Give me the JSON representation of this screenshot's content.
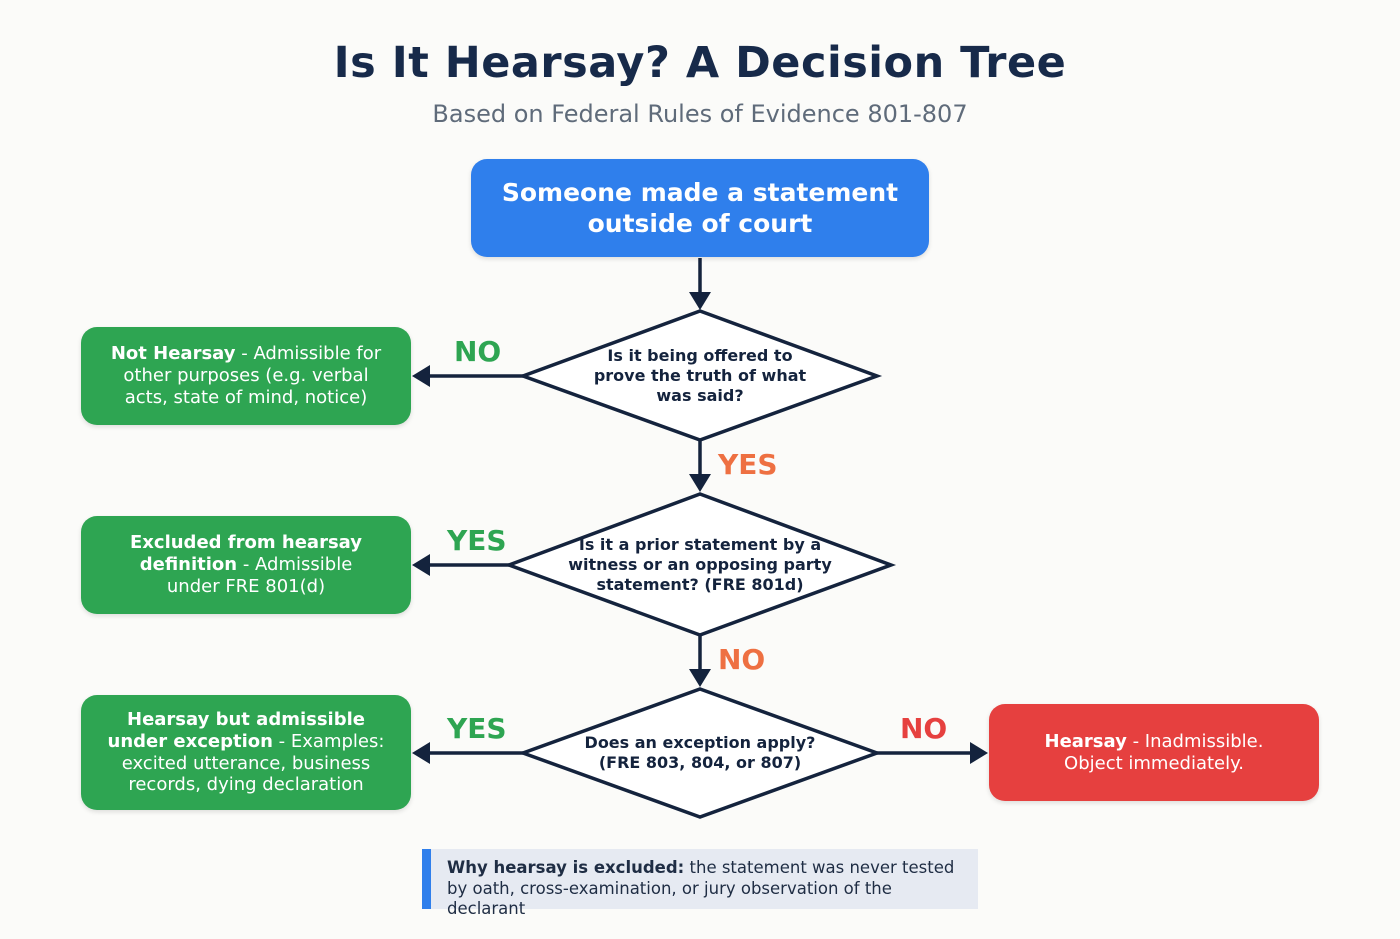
{
  "header": {
    "title": "Is It Hearsay? A Decision Tree",
    "subtitle": "Based on Federal Rules of Evidence 801-807"
  },
  "start": {
    "text": "Someone made a statement outside of court"
  },
  "questions": [
    {
      "text": "Is it being offered to prove the truth of what was said?"
    },
    {
      "text": "Is it a prior statement by a witness or an opposing party statement? (FRE 801d)"
    },
    {
      "text": "Does an exception apply? (FRE 803, 804, or 807)"
    }
  ],
  "outcomes": [
    {
      "bold": "Not Hearsay",
      "rest": " - Admissible for other purposes (e.g. verbal acts, state of mind, notice)"
    },
    {
      "bold": "Excluded from hearsay definition",
      "rest": " - Admissible under FRE 801(d)"
    },
    {
      "bold": "Hearsay but admissible under exception",
      "rest": " - Examples: excited utterance, business records, dying declaration"
    },
    {
      "bold": "Hearsay",
      "rest": " - Inadmissible. Object immediately."
    }
  ],
  "labels": {
    "q1_left": "NO",
    "q1_down": "YES",
    "q2_left": "YES",
    "q2_down": "NO",
    "q3_left": "YES",
    "q3_right": "NO"
  },
  "note": {
    "bold": "Why hearsay is excluded:",
    "rest": " the statement was never tested by oath, cross-examination, or jury observation of the declarant"
  },
  "colors": {
    "start": "#2f7fec",
    "admissible": "#2ea552",
    "inadmissible": "#e6403f",
    "yes_down": "#ee7042",
    "line": "#14233d"
  }
}
